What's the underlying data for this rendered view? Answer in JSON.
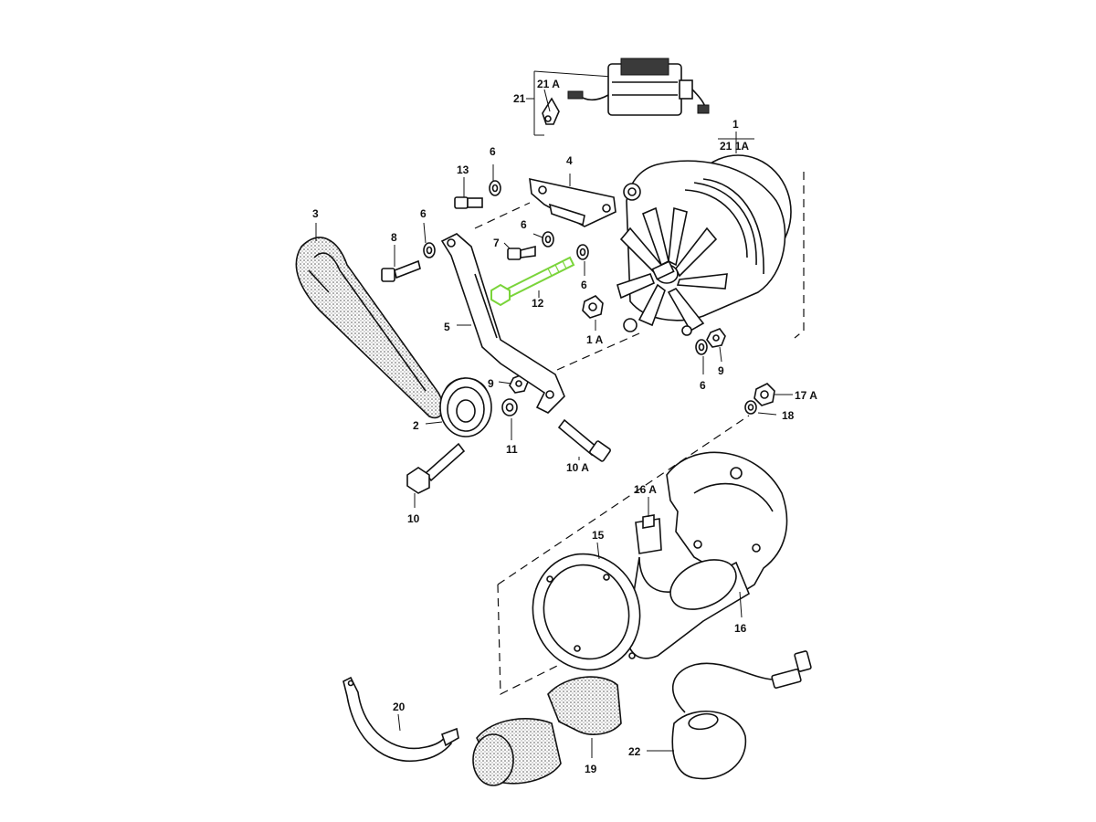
{
  "labels": {
    "l1": "1",
    "l21_1a": "21 1A",
    "l21": "21",
    "l21a": "21 A",
    "l13": "13",
    "l6a": "6",
    "l4": "4",
    "l3": "3",
    "l6b": "6",
    "l8": "8",
    "l6c": "6",
    "l7": "7",
    "l6d": "6",
    "l12": "12",
    "l5": "5",
    "l1a": "1 A",
    "l9a": "9",
    "l6e": "6",
    "l9b": "9",
    "l17a": "17 A",
    "l18": "18",
    "l2": "2",
    "l11": "11",
    "l10a": "10 A",
    "l10": "10",
    "l16a": "16 A",
    "l15": "15",
    "l16": "16",
    "l20": "20",
    "l19": "19",
    "l22": "22"
  },
  "colors": {
    "line": "#111111",
    "highlight": "#7ad43a",
    "fabric": "#8a8a8a"
  }
}
